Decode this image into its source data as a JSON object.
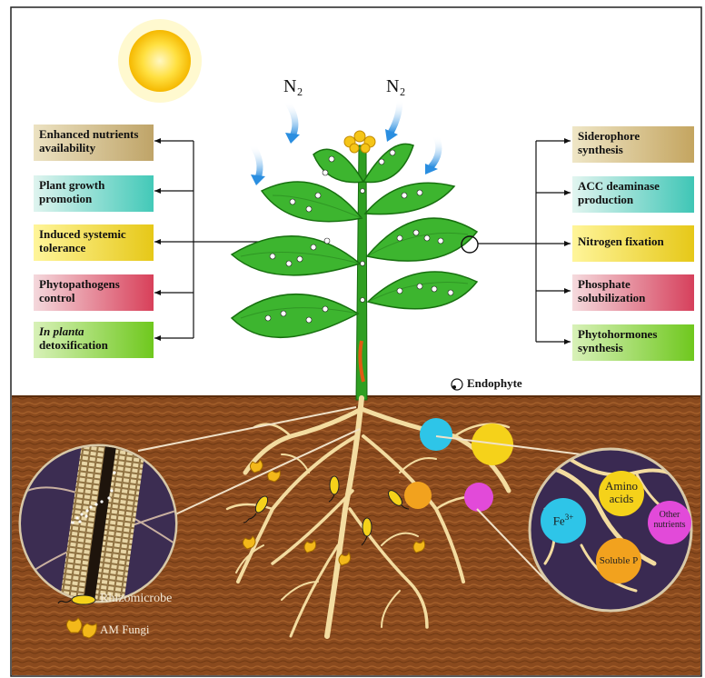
{
  "nitrogen": {
    "left": "N₂",
    "right": "N₂"
  },
  "left_boxes": [
    {
      "line1": "Enhanced nutrients",
      "line2": "availability",
      "italic1": false
    },
    {
      "line1": "Plant growth",
      "line2": "promotion",
      "italic1": false
    },
    {
      "line1": "Induced systemic",
      "line2": "tolerance",
      "italic1": false
    },
    {
      "line1": "Phytopathogens",
      "line2": "control",
      "italic1": false
    },
    {
      "line1": "In planta",
      "line2": "detoxification",
      "italic1": true
    }
  ],
  "right_boxes": [
    {
      "line1": "Siderophore",
      "line2": "synthesis"
    },
    {
      "line1": "ACC deaminase",
      "line2": "production"
    },
    {
      "line1": "Nitrogen fixation",
      "line2": ""
    },
    {
      "line1": "Phosphate",
      "line2": "solubilization"
    },
    {
      "line1": "Phytohormones",
      "line2": "synthesis"
    }
  ],
  "legend": {
    "endophyte": "Endophyte",
    "rhizomicrobe": "Rhizomicrobe",
    "am_fungi": "AM Fungi"
  },
  "nutrients": {
    "amino_1": "Amino",
    "amino_2": "acids",
    "fe": "Fe",
    "fe_sup": "3+",
    "other_1": "Other",
    "other_2": "nutrients",
    "soluble_p": "Soluble P"
  },
  "colors": {
    "soil": "#8a4a1e",
    "leaf": "#3db52f",
    "root": "#f3dca0",
    "fe_circle": "#2ec5e8",
    "amino_circle": "#f5d21a",
    "other_circle": "#e24ad9",
    "solp_circle": "#f2a21e"
  }
}
